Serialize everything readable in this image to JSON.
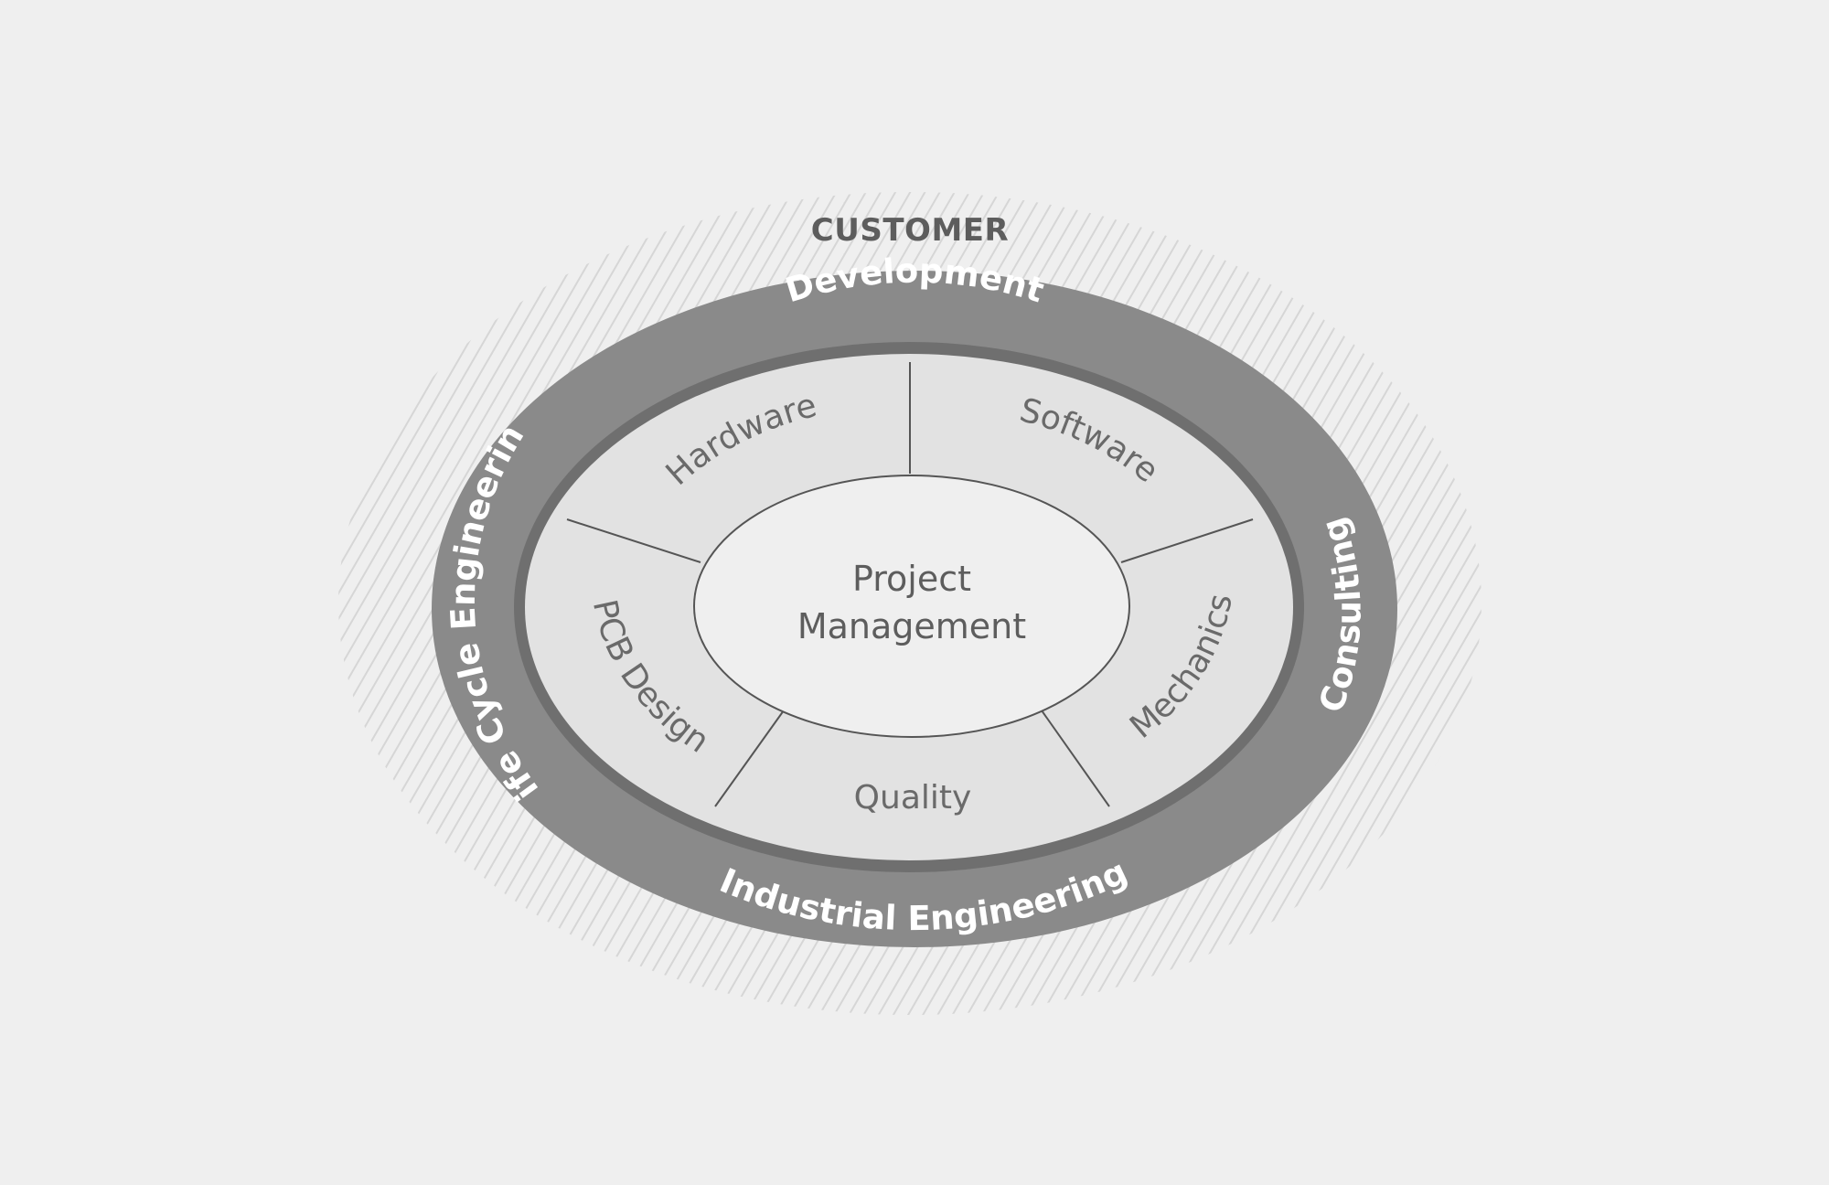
{
  "customer": "CUSTOMER",
  "outer_ring": {
    "top": "Development",
    "right": "Consulting",
    "bottom": "Industrial Engineering",
    "left": "Life Cycle Engineering"
  },
  "segments": {
    "hardware": "Hardware",
    "software": "Software",
    "mechanics": "Mechanics",
    "quality": "Quality",
    "pcb_design": "PCB Design"
  },
  "center": {
    "line1": "Project",
    "line2": "Management"
  },
  "colors": {
    "background": "#efefef",
    "hatch": "#dcdcdc",
    "outer_ring": "#8a8a8a",
    "inner_band": "#6f6f6f",
    "segment_fill": "#e2e2e2",
    "center_fill": "#efefef",
    "text_dark": "#5d5d5d",
    "text_light": "#ffffff"
  }
}
